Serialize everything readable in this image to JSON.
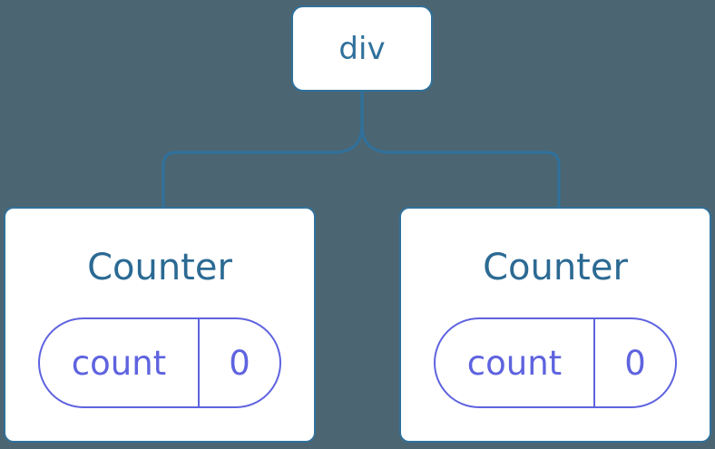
{
  "diagram": {
    "description": "Component tree: div root with two Counter children each holding count state",
    "colors": {
      "background": "#4C6572",
      "line_blue": "#30719B",
      "title_blue": "#2B6A93",
      "state_purple": "#5E63DF",
      "card_bg": "#FFFFFF"
    },
    "root": {
      "label": "div"
    },
    "children": [
      {
        "title": "Counter",
        "state": {
          "key": "count",
          "value": "0"
        }
      },
      {
        "title": "Counter",
        "state": {
          "key": "count",
          "value": "0"
        }
      }
    ]
  }
}
